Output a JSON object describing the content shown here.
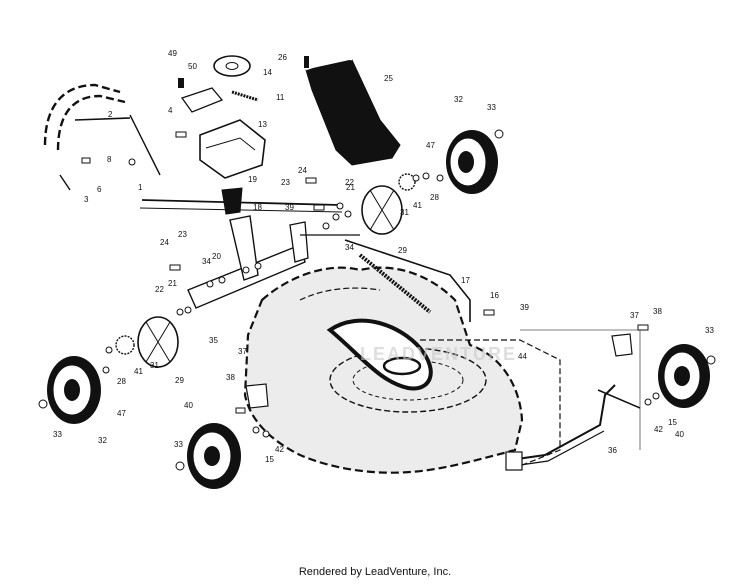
{
  "diagram": {
    "callouts": [
      "1",
      "2",
      "3",
      "4",
      "6",
      "8",
      "11",
      "13",
      "14",
      "15",
      "16",
      "17",
      "18",
      "19",
      "20",
      "21",
      "22",
      "23",
      "24",
      "25",
      "26",
      "28",
      "29",
      "31",
      "32",
      "33",
      "34",
      "35",
      "36",
      "37",
      "38",
      "39",
      "40",
      "41",
      "42",
      "44",
      "47",
      "49",
      "50"
    ],
    "colors": {
      "line": "#111111",
      "deck_fill": "#e6e6e6",
      "dark_fill": "#111111",
      "background": "#ffffff"
    }
  },
  "watermark": "LEADVENTURE",
  "footer": {
    "text": "Rendered by LeadVenture, Inc."
  }
}
